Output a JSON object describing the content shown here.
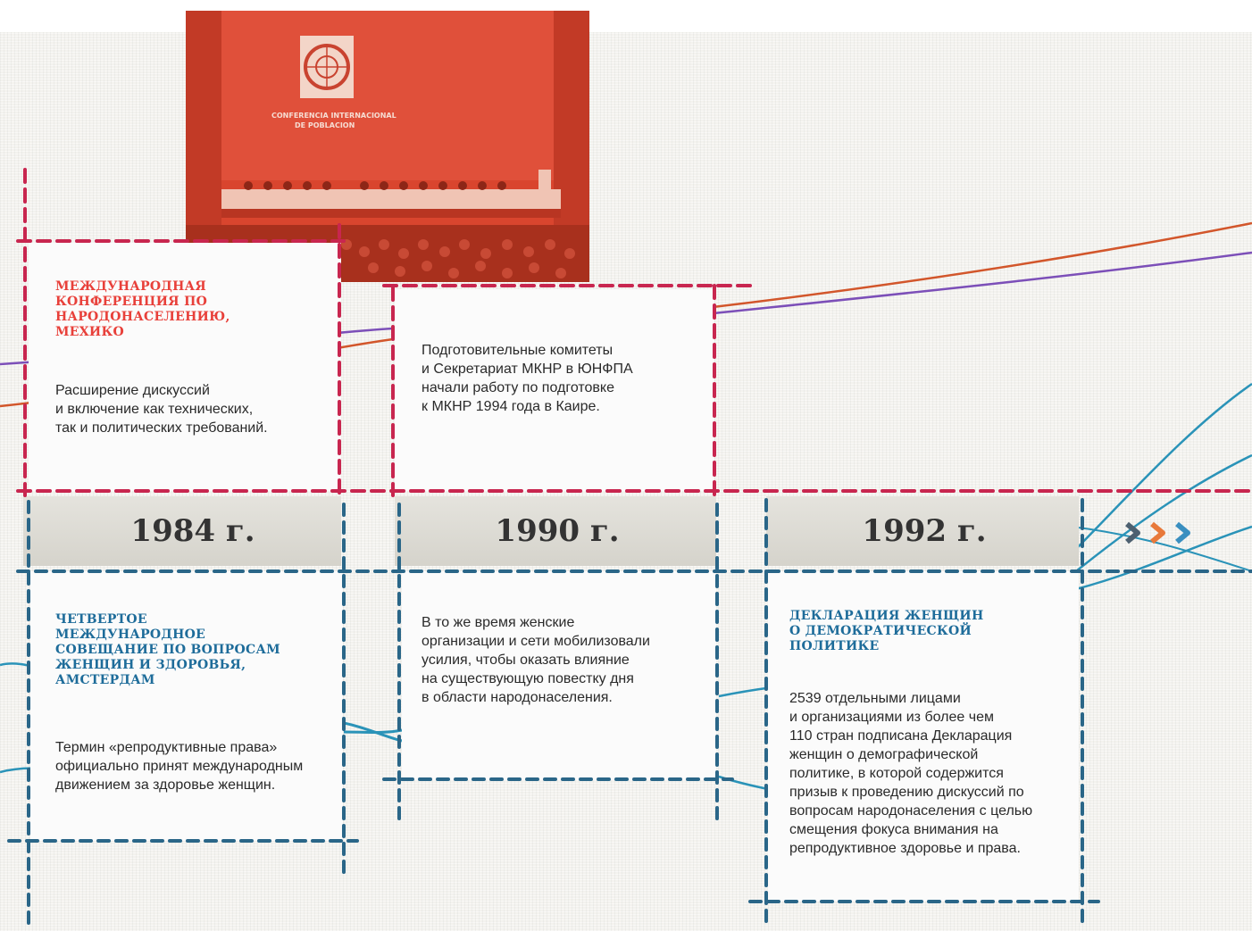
{
  "photo": {
    "banner_line1": "CONFERENCIA INTERNACIONAL",
    "banner_line2": "DE POBLACION"
  },
  "timeline": [
    {
      "year": "1984 г.",
      "top": {
        "title": "МЕЖДУНАРОДНАЯ КОНФЕРЕНЦИЯ ПО НАРОДОНАСЕЛЕНИЮ, МЕХИКО",
        "title_lines": [
          "МЕЖДУНАРОДНАЯ",
          "КОНФЕРЕНЦИЯ ПО",
          "НАРОДОНАСЕЛЕНИЮ,",
          "МЕХИКО"
        ],
        "text_lines": [
          "Расширение дискуссий",
          "и включение как технических,",
          "так и политических требований."
        ]
      },
      "bottom": {
        "title_lines": [
          "ЧЕТВЕРТОЕ",
          "МЕЖДУНАРОДНОЕ",
          "СОВЕЩАНИЕ ПО ВОПРОСАМ",
          "ЖЕНЩИН И ЗДОРОВЬЯ,",
          "АМСТЕРДАМ"
        ],
        "text_lines": [
          "Термин «репродуктивные права»",
          "официально принят международным",
          "движением за здоровье женщин."
        ]
      }
    },
    {
      "year": "1990 г.",
      "top": {
        "text_lines": [
          "Подготовительные комитеты",
          "и Секретариат МКНР в ЮНФПА",
          "начали работу по подготовке",
          "к МКНР 1994 года в Каире."
        ]
      },
      "bottom": {
        "text_lines": [
          "В то же время женские",
          "организации и сети мобилизовали",
          "усилия, чтобы оказать влияние",
          "на существующую повестку дня",
          "в области народонаселения."
        ]
      }
    },
    {
      "year": "1992 г.",
      "bottom": {
        "title_lines": [
          "ДЕКЛАРАЦИЯ ЖЕНЩИН",
          "О ДЕМОКРАТИЧЕСКОЙ",
          "ПОЛИТИКЕ"
        ],
        "text_lines": [
          "2539 отдельными лицами",
          "и организациями из более чем",
          "110 стран подписана Декларация",
          "женщин о демографической",
          "политике, в которой содержится",
          "призыв к проведению дискуссий по",
          "вопросам народонаселения с целью",
          "смещения фокуса внимания на",
          "репродуктивное здоровье и права."
        ]
      }
    }
  ],
  "colors": {
    "red_stitch": "#c8264f",
    "blue_stitch": "#2a6688",
    "red_title": "#e8403a",
    "blue_title": "#1e6c9a",
    "photo_tint": "#d9452e",
    "orange_thread": "#d2562b",
    "purple_thread": "#7c4fb8",
    "teal_thread": "#2a93b8",
    "chevron_dark": "#4d6070",
    "chevron_orange": "#e8793a",
    "chevron_blue": "#3a8fc0"
  },
  "icons": [
    "next-chevrons-icon"
  ]
}
